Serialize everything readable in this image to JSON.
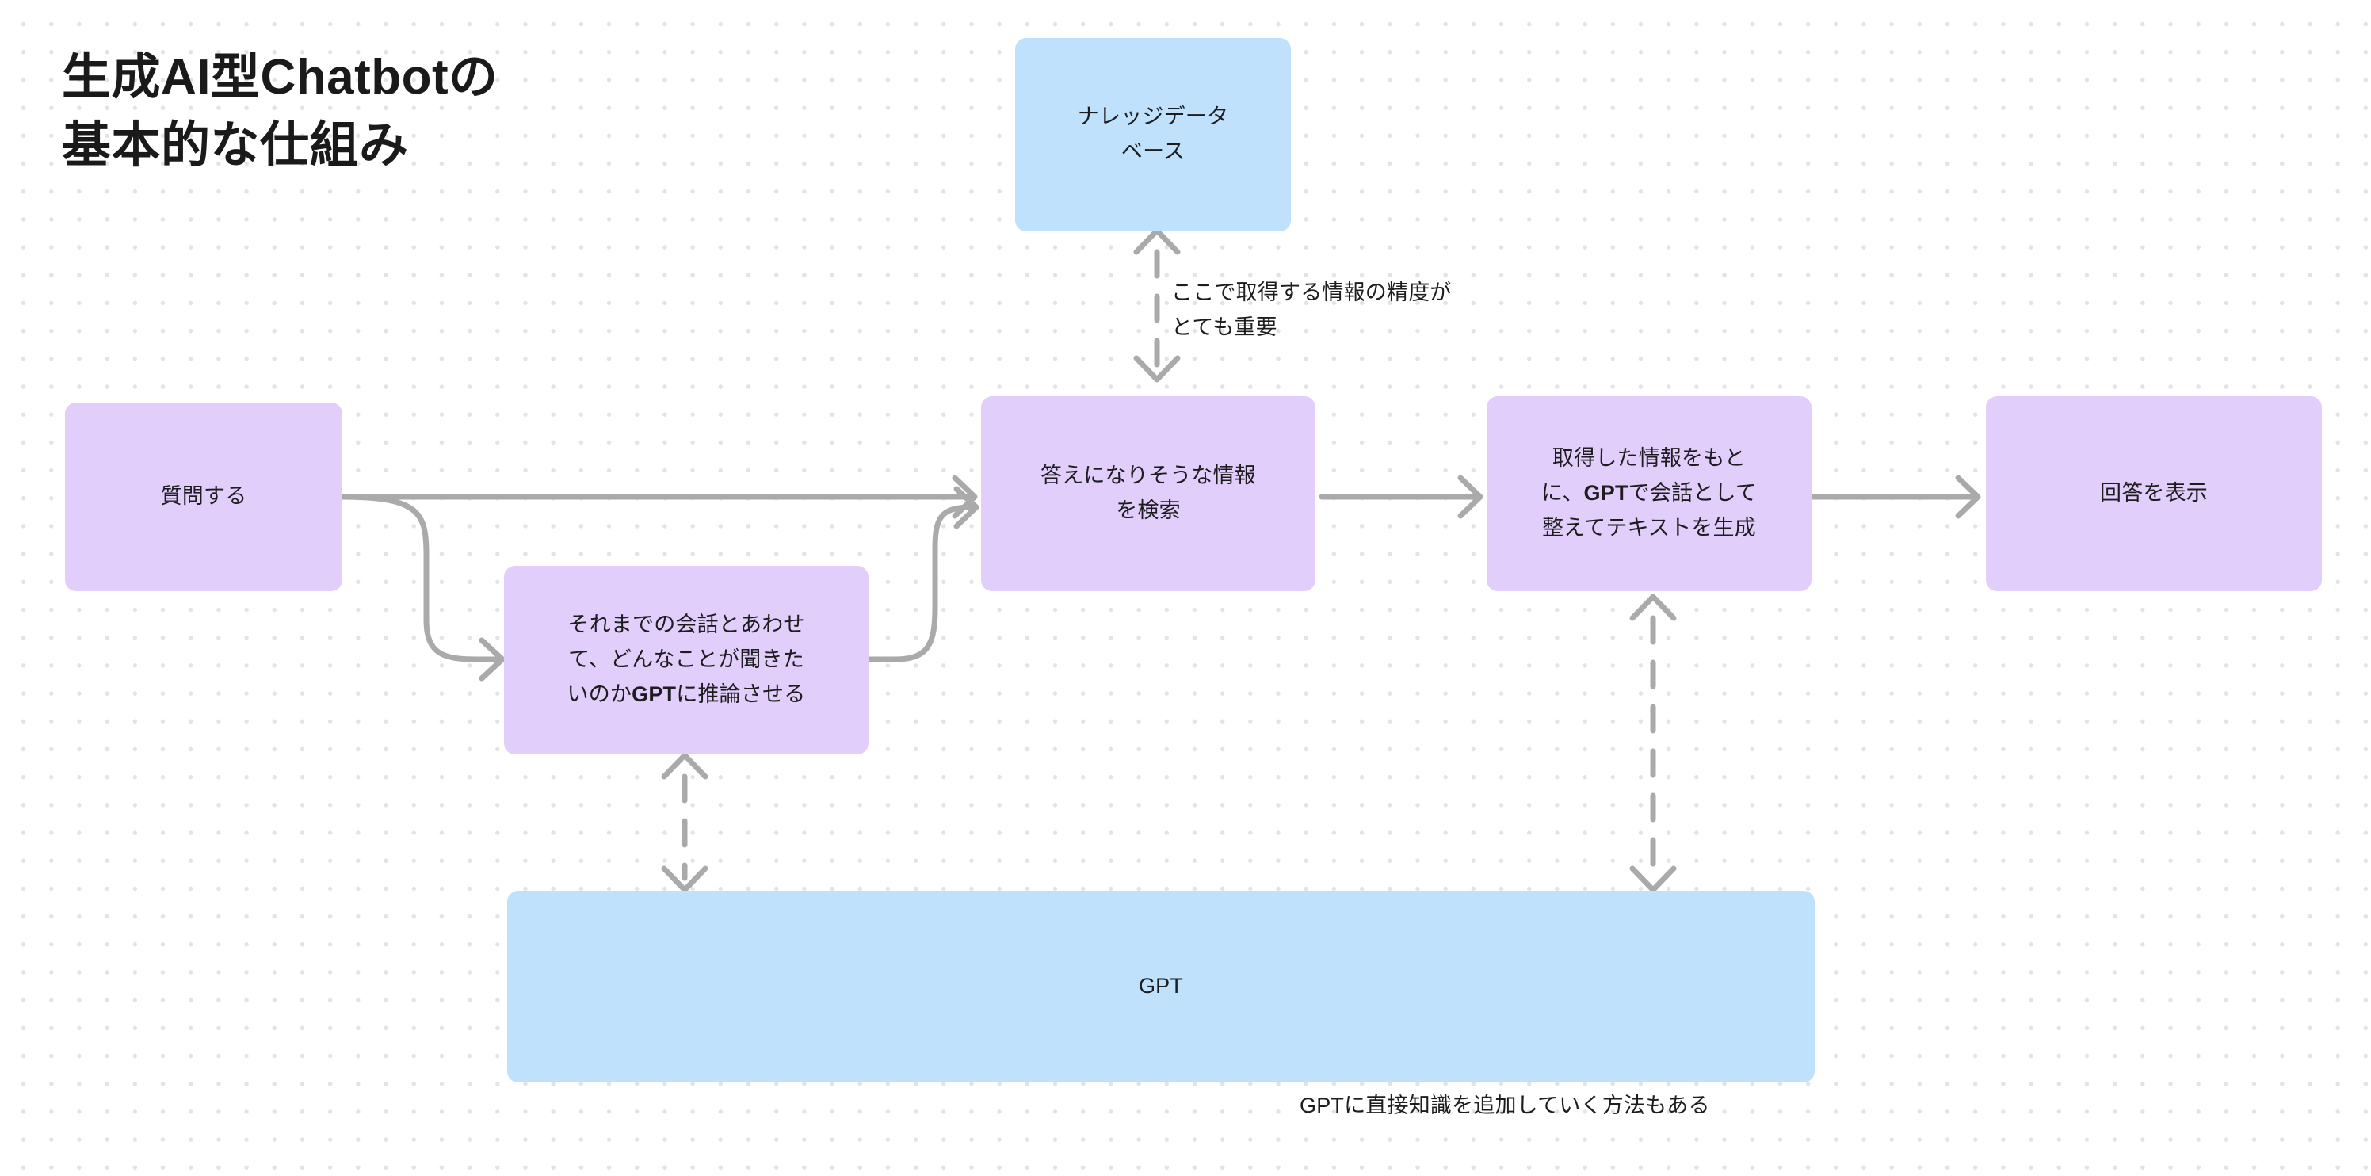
{
  "title": {
    "line1": "生成AI型Chatbotの",
    "line2": "基本的な仕組み",
    "text": "生成AI型Chatbotの\n基本的な仕組み"
  },
  "nodes": {
    "knowledge_db": {
      "label": "ナレッジデータ\nベース",
      "color": "#bfe1fc"
    },
    "question": {
      "label": "質問する",
      "color": "#e1cefb"
    },
    "infer": {
      "label": "それまでの会話とあわせ\nて、どんなことが聞きた\nいのかGPTに推論させる",
      "part1": "それまでの会話とあわせ\nて、どんなことが聞きた\nいのか",
      "emphasis": "GPT",
      "part2": "に推論させる",
      "color": "#e1cefb"
    },
    "search": {
      "label": "答えになりそうな情報\nを検索",
      "color": "#e1cefb"
    },
    "generate": {
      "label": "取得した情報をもと\nに、GPTで会話として\n整えてテキストを生成",
      "part1": "取得した情報をもと\nに、",
      "emphasis": "GPT",
      "part2": "で会話として\n整えてテキストを生成",
      "color": "#e1cefb"
    },
    "display": {
      "label": "回答を表示",
      "color": "#e1cefb"
    },
    "gpt": {
      "label": "GPT",
      "color": "#bfe1fc"
    }
  },
  "annotations": {
    "accuracy_note": "ここで取得する情報の精度が\nとても重要",
    "gpt_note": "GPTに直接知識を追加していく方法もある"
  },
  "style": {
    "arrow_color": "#aaaaaa",
    "purple": "#e1cefb",
    "blue": "#bfe1fc",
    "background": "#ffffff",
    "dot_color": "#e3e3e3",
    "text_color": "#1d1d1f"
  }
}
